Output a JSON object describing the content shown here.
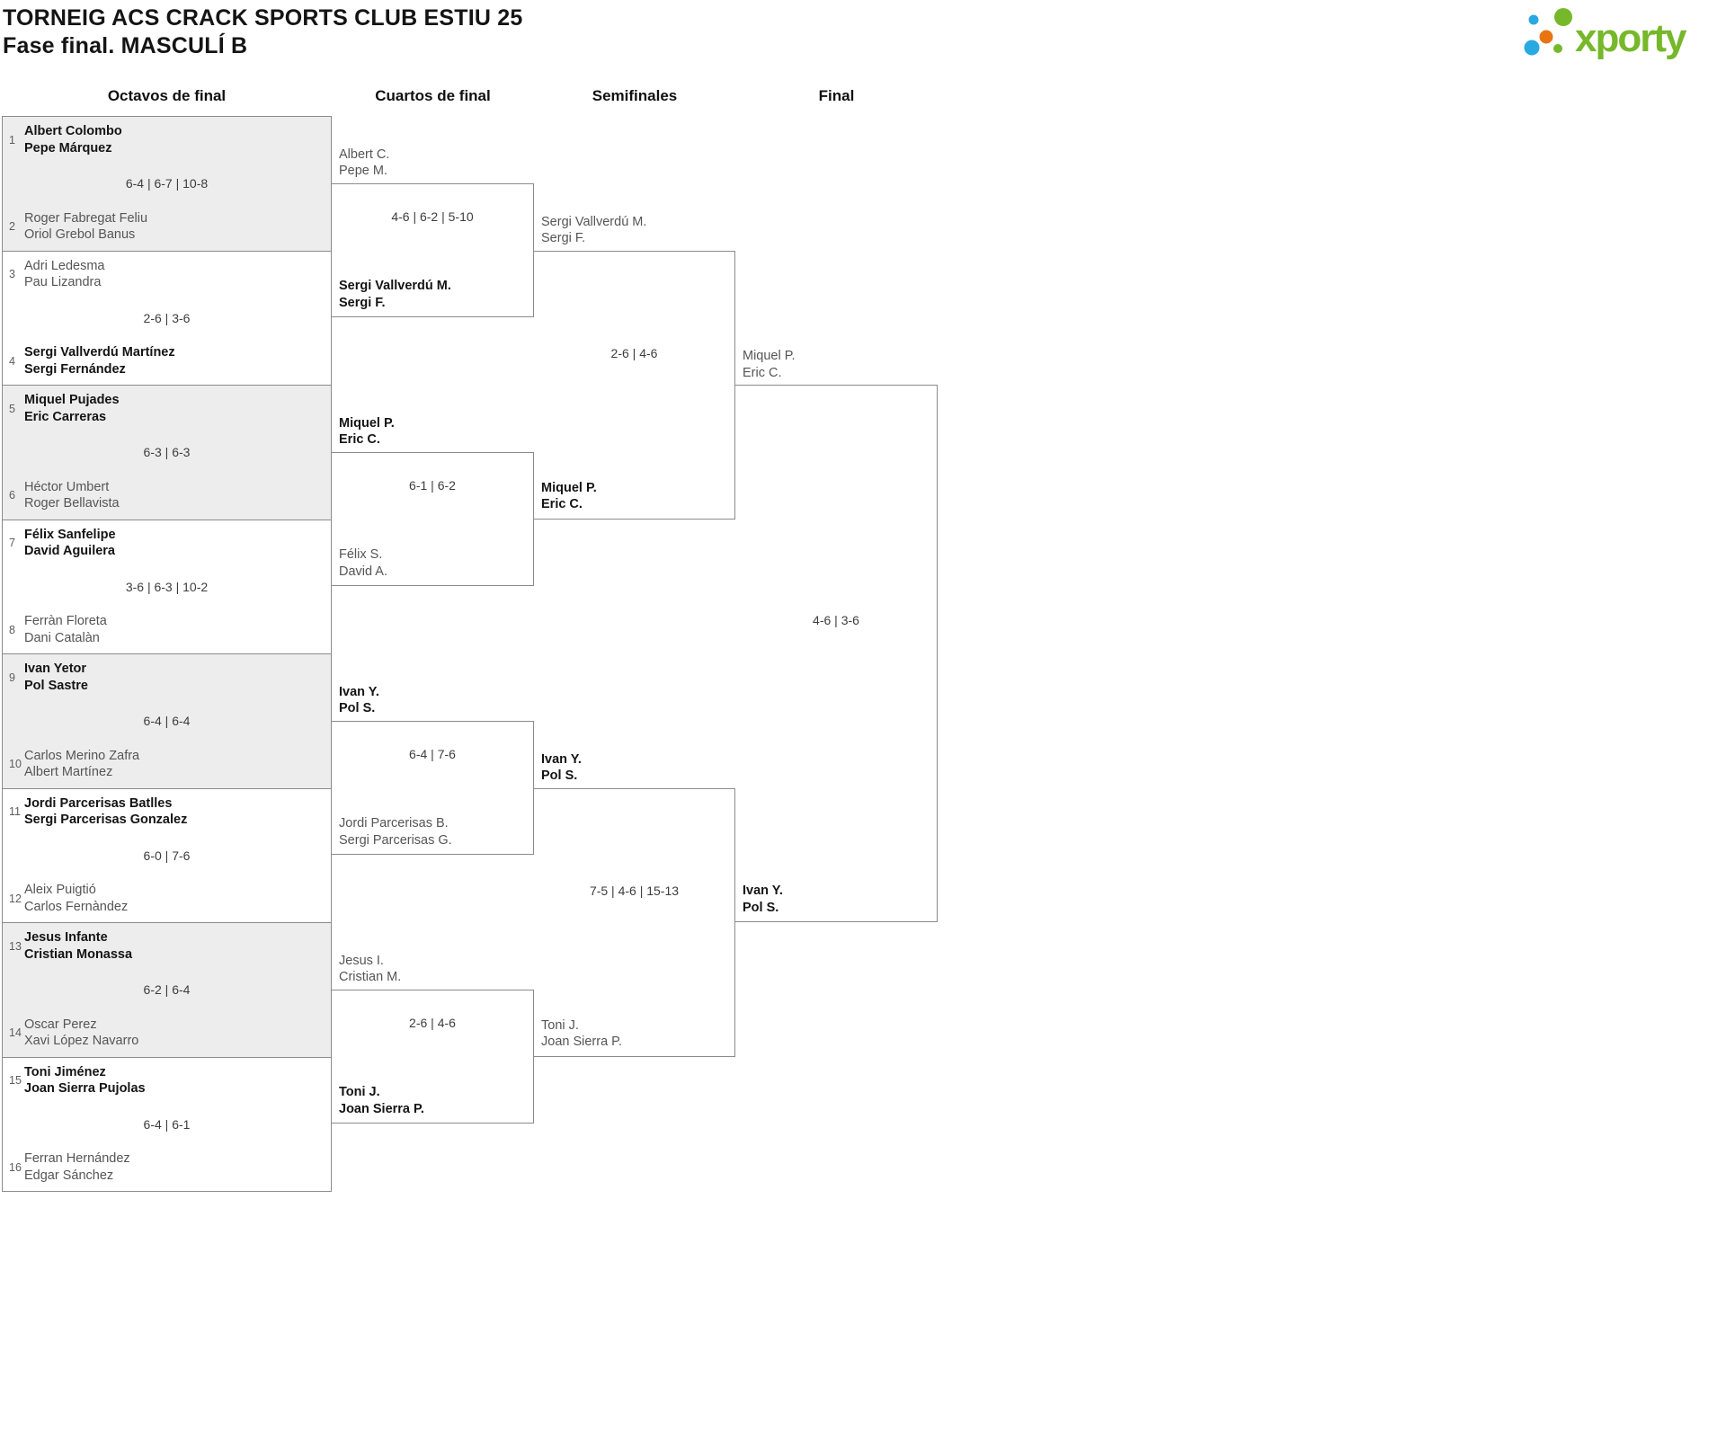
{
  "header": {
    "title_line1": "TORNEIG ACS CRACK SPORTS CLUB ESTIU 25",
    "title_line2": "Fase final. MASCULÍ B",
    "logo_text": "xporty"
  },
  "columns": [
    "Octavos de final",
    "Cuartos de final",
    "Semifinales",
    "Final"
  ],
  "colors": {
    "logo_green": "#76b82a",
    "logo_blue": "#29a9e1",
    "logo_orange": "#ea7414",
    "box_fill_alt": "#ededed",
    "border": "#8b8b8b",
    "winner_text": "#141414",
    "loser_text": "#555555"
  },
  "rounds": {
    "r16": [
      {
        "seed_top": "1",
        "top1": "Albert Colombo",
        "top2": "Pepe Márquez",
        "winner": "top",
        "score": "6-4 | 6-7 | 10-8",
        "seed_bot": "2",
        "bot1": "Roger Fabregat Feliu",
        "bot2": "Oriol Grebol Banus"
      },
      {
        "seed_top": "3",
        "top1": "Adri Ledesma",
        "top2": "Pau Lizandra",
        "winner": "bottom",
        "score": "2-6 | 3-6",
        "seed_bot": "4",
        "bot1": "Sergi Vallverdú Martínez",
        "bot2": "Sergi Fernández"
      },
      {
        "seed_top": "5",
        "top1": "Miquel Pujades",
        "top2": "Eric Carreras",
        "winner": "top",
        "score": "6-3 | 6-3",
        "seed_bot": "6",
        "bot1": "Héctor Umbert",
        "bot2": "Roger Bellavista"
      },
      {
        "seed_top": "7",
        "top1": "Félix Sanfelipe",
        "top2": "David Aguilera",
        "winner": "top",
        "score": "3-6 | 6-3 | 10-2",
        "seed_bot": "8",
        "bot1": "Ferràn Floreta",
        "bot2": "Dani Catalàn"
      },
      {
        "seed_top": "9",
        "top1": "Ivan Yetor",
        "top2": "Pol Sastre",
        "winner": "top",
        "score": "6-4 | 6-4",
        "seed_bot": "10",
        "bot1": "Carlos Merino Zafra",
        "bot2": "Albert Martínez"
      },
      {
        "seed_top": "11",
        "top1": "Jordi Parcerisas Batlles",
        "top2": "Sergi Parcerisas Gonzalez",
        "winner": "top",
        "score": "6-0 | 7-6",
        "seed_bot": "12",
        "bot1": "Aleix Puigtió",
        "bot2": "Carlos Fernàndez"
      },
      {
        "seed_top": "13",
        "top1": "Jesus Infante",
        "top2": "Cristian Monassa",
        "winner": "top",
        "score": "6-2 | 6-4",
        "seed_bot": "14",
        "bot1": "Oscar Perez",
        "bot2": "Xavi López Navarro"
      },
      {
        "seed_top": "15",
        "top1": "Toni Jiménez",
        "top2": "Joan Sierra Pujolas",
        "winner": "top",
        "score": "6-4 | 6-1",
        "seed_bot": "16",
        "bot1": "Ferran Hernández",
        "bot2": "Edgar Sánchez"
      }
    ],
    "qf": [
      {
        "top1": "Albert C.",
        "top2": "Pepe M.",
        "winner": "bottom",
        "score": "4-6 | 6-2 | 5-10",
        "bot1": "Sergi Vallverdú M.",
        "bot2": "Sergi F."
      },
      {
        "top1": "Miquel P.",
        "top2": "Eric C.",
        "winner": "top",
        "score": "6-1 | 6-2",
        "bot1": "Félix S.",
        "bot2": "David A."
      },
      {
        "top1": "Ivan Y.",
        "top2": "Pol S.",
        "winner": "top",
        "score": "6-4 | 7-6",
        "bot1": "Jordi Parcerisas B.",
        "bot2": "Sergi Parcerisas G."
      },
      {
        "top1": "Jesus I.",
        "top2": "Cristian M.",
        "winner": "bottom",
        "score": "2-6 | 4-6",
        "bot1": "Toni J.",
        "bot2": "Joan Sierra P."
      }
    ],
    "sf": [
      {
        "top1": "Sergi Vallverdú M.",
        "top2": "Sergi F.",
        "winner": "bottom",
        "score": "2-6 | 4-6",
        "bot1": "Miquel P.",
        "bot2": "Eric C."
      },
      {
        "top1": "Ivan Y.",
        "top2": "Pol S.",
        "winner": "top",
        "score": "7-5 | 4-6 | 15-13",
        "bot1": "Toni J.",
        "bot2": "Joan Sierra P."
      }
    ],
    "final": [
      {
        "top1": "Miquel P.",
        "top2": "Eric C.",
        "winner": "bottom",
        "score": "4-6 | 3-6",
        "bot1": "Ivan Y.",
        "bot2": "Pol S."
      }
    ]
  }
}
